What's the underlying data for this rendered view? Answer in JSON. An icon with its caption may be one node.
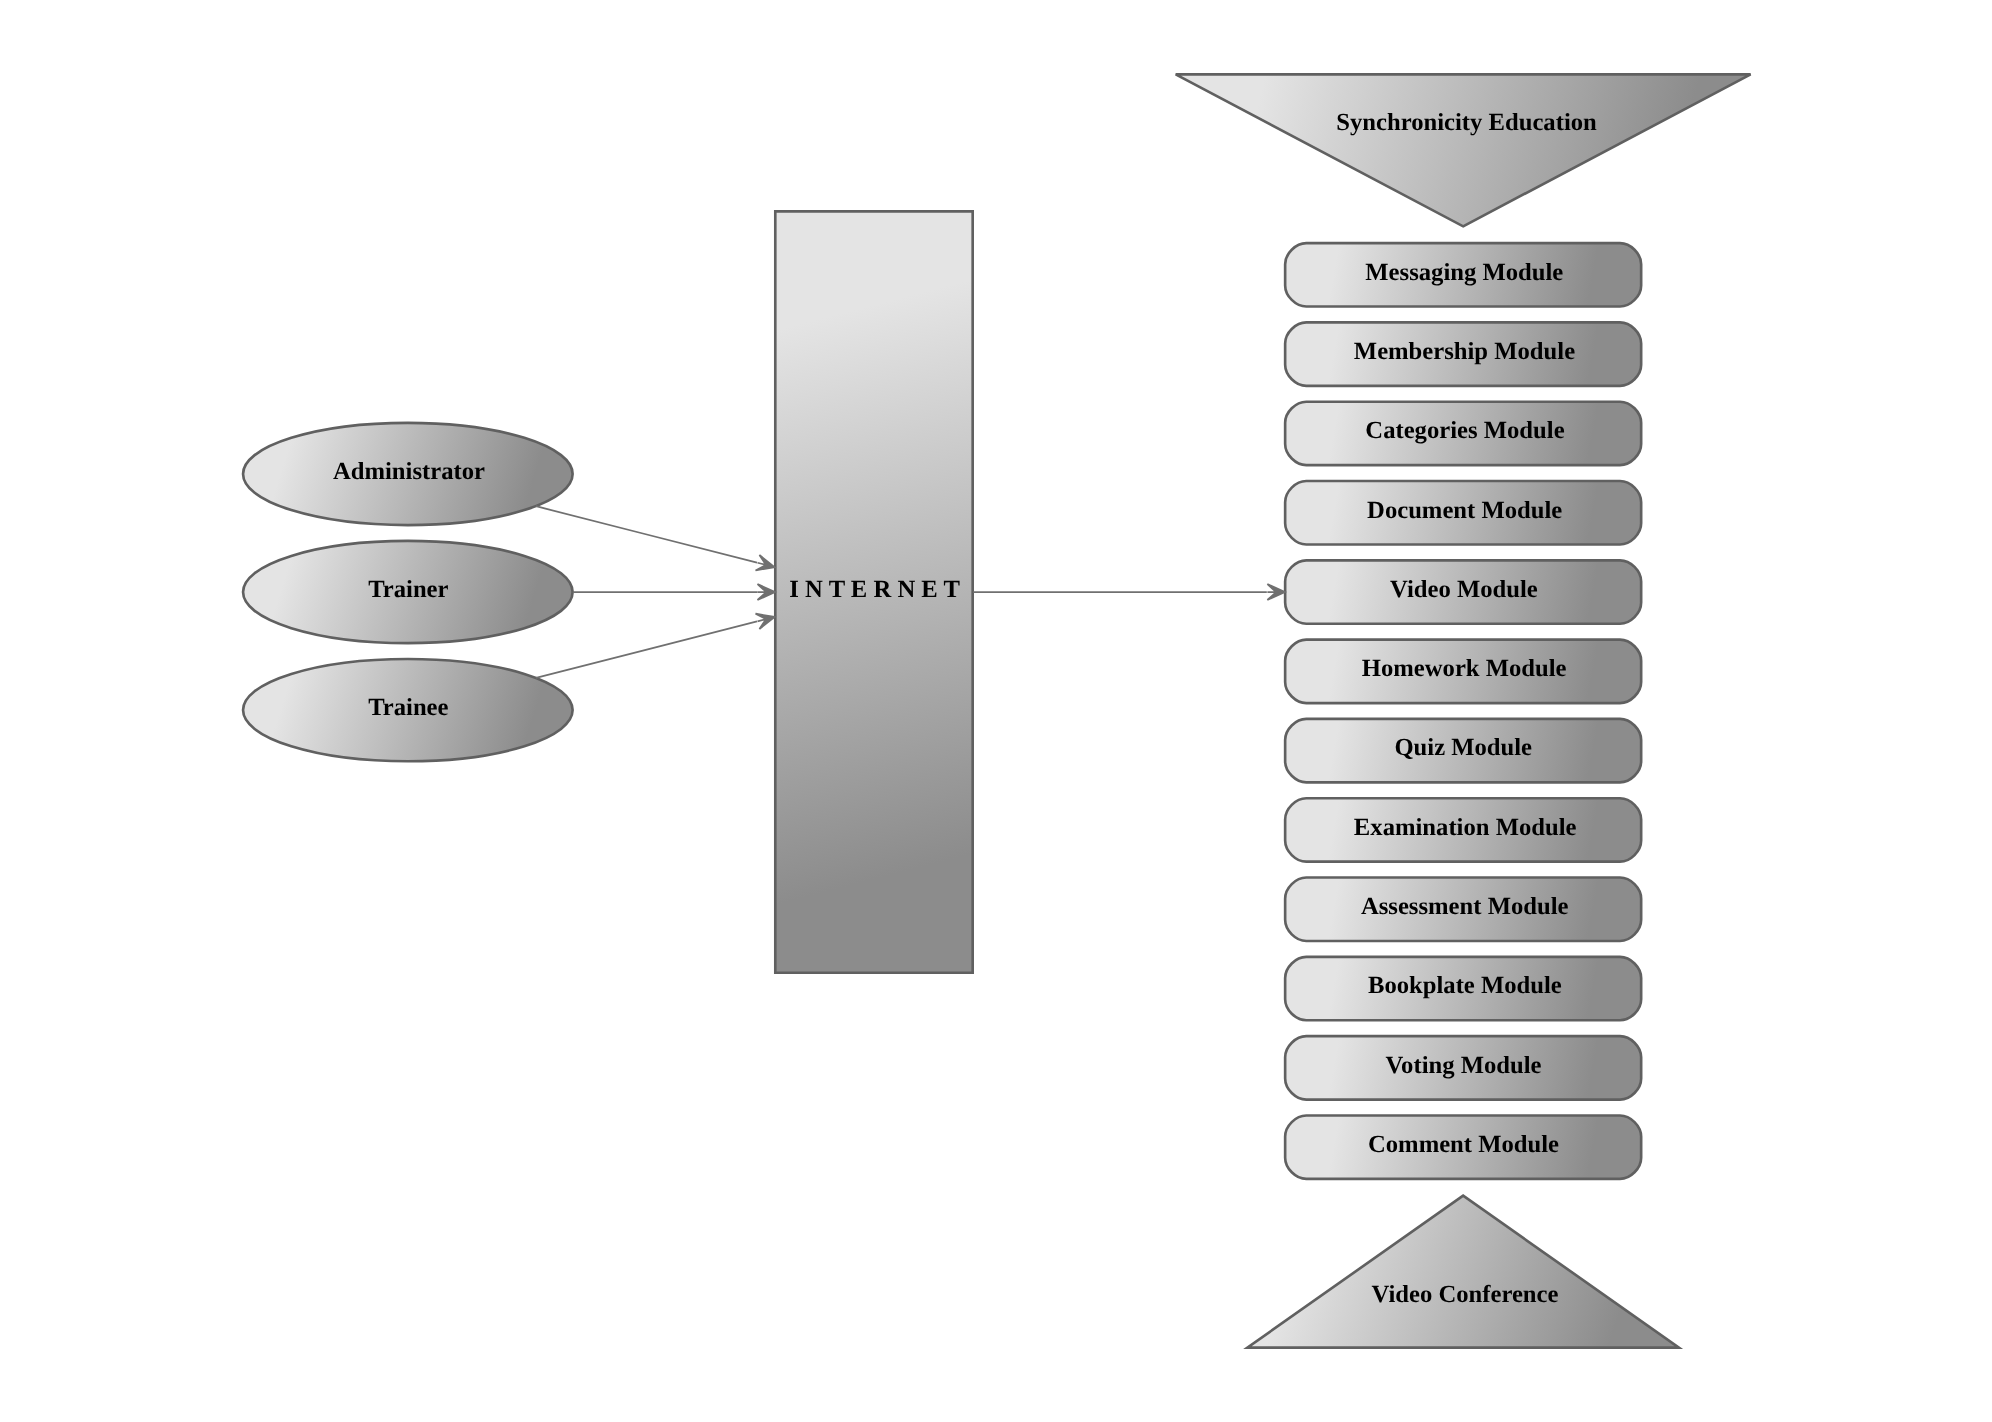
{
  "diagram": {
    "nodes": [
      {
        "text": [
          "Administrator"
        ]
      },
      {
        "text": [
          "Trainer"
        ]
      },
      {
        "text": [
          "Trainee"
        ]
      },
      {
        "text": [
          "I N T E R N E T"
        ]
      },
      {
        "text": [
          "Messaging Module"
        ]
      },
      {
        "text": [
          "Membership Module"
        ]
      },
      {
        "text": [
          "Categories Module"
        ]
      },
      {
        "text": [
          "Document Module"
        ]
      },
      {
        "text": [
          "Video Module"
        ]
      },
      {
        "text": [
          "Homework Module"
        ]
      },
      {
        "text": [
          "Quiz Module"
        ]
      },
      {
        "text": [
          "Examination Module"
        ]
      },
      {
        "text": [
          "Assessment Module"
        ]
      },
      {
        "text": [
          "Bookplate Module"
        ]
      },
      {
        "text": [
          "Voting Module"
        ]
      },
      {
        "text": [
          "Comment Module"
        ]
      },
      {
        "text": [
          "Video Conference"
        ]
      },
      {
        "text": [
          "Synchronicity Education"
        ]
      }
    ],
    "edges": [
      {
        "from": 0,
        "to": 3,
        "arrow": "to"
      },
      {
        "from": 1,
        "to": 3,
        "arrow": "to"
      },
      {
        "from": 2,
        "to": 3,
        "arrow": "to"
      },
      {
        "from": 3,
        "to": 8,
        "arrow": "to"
      }
    ]
  }
}
